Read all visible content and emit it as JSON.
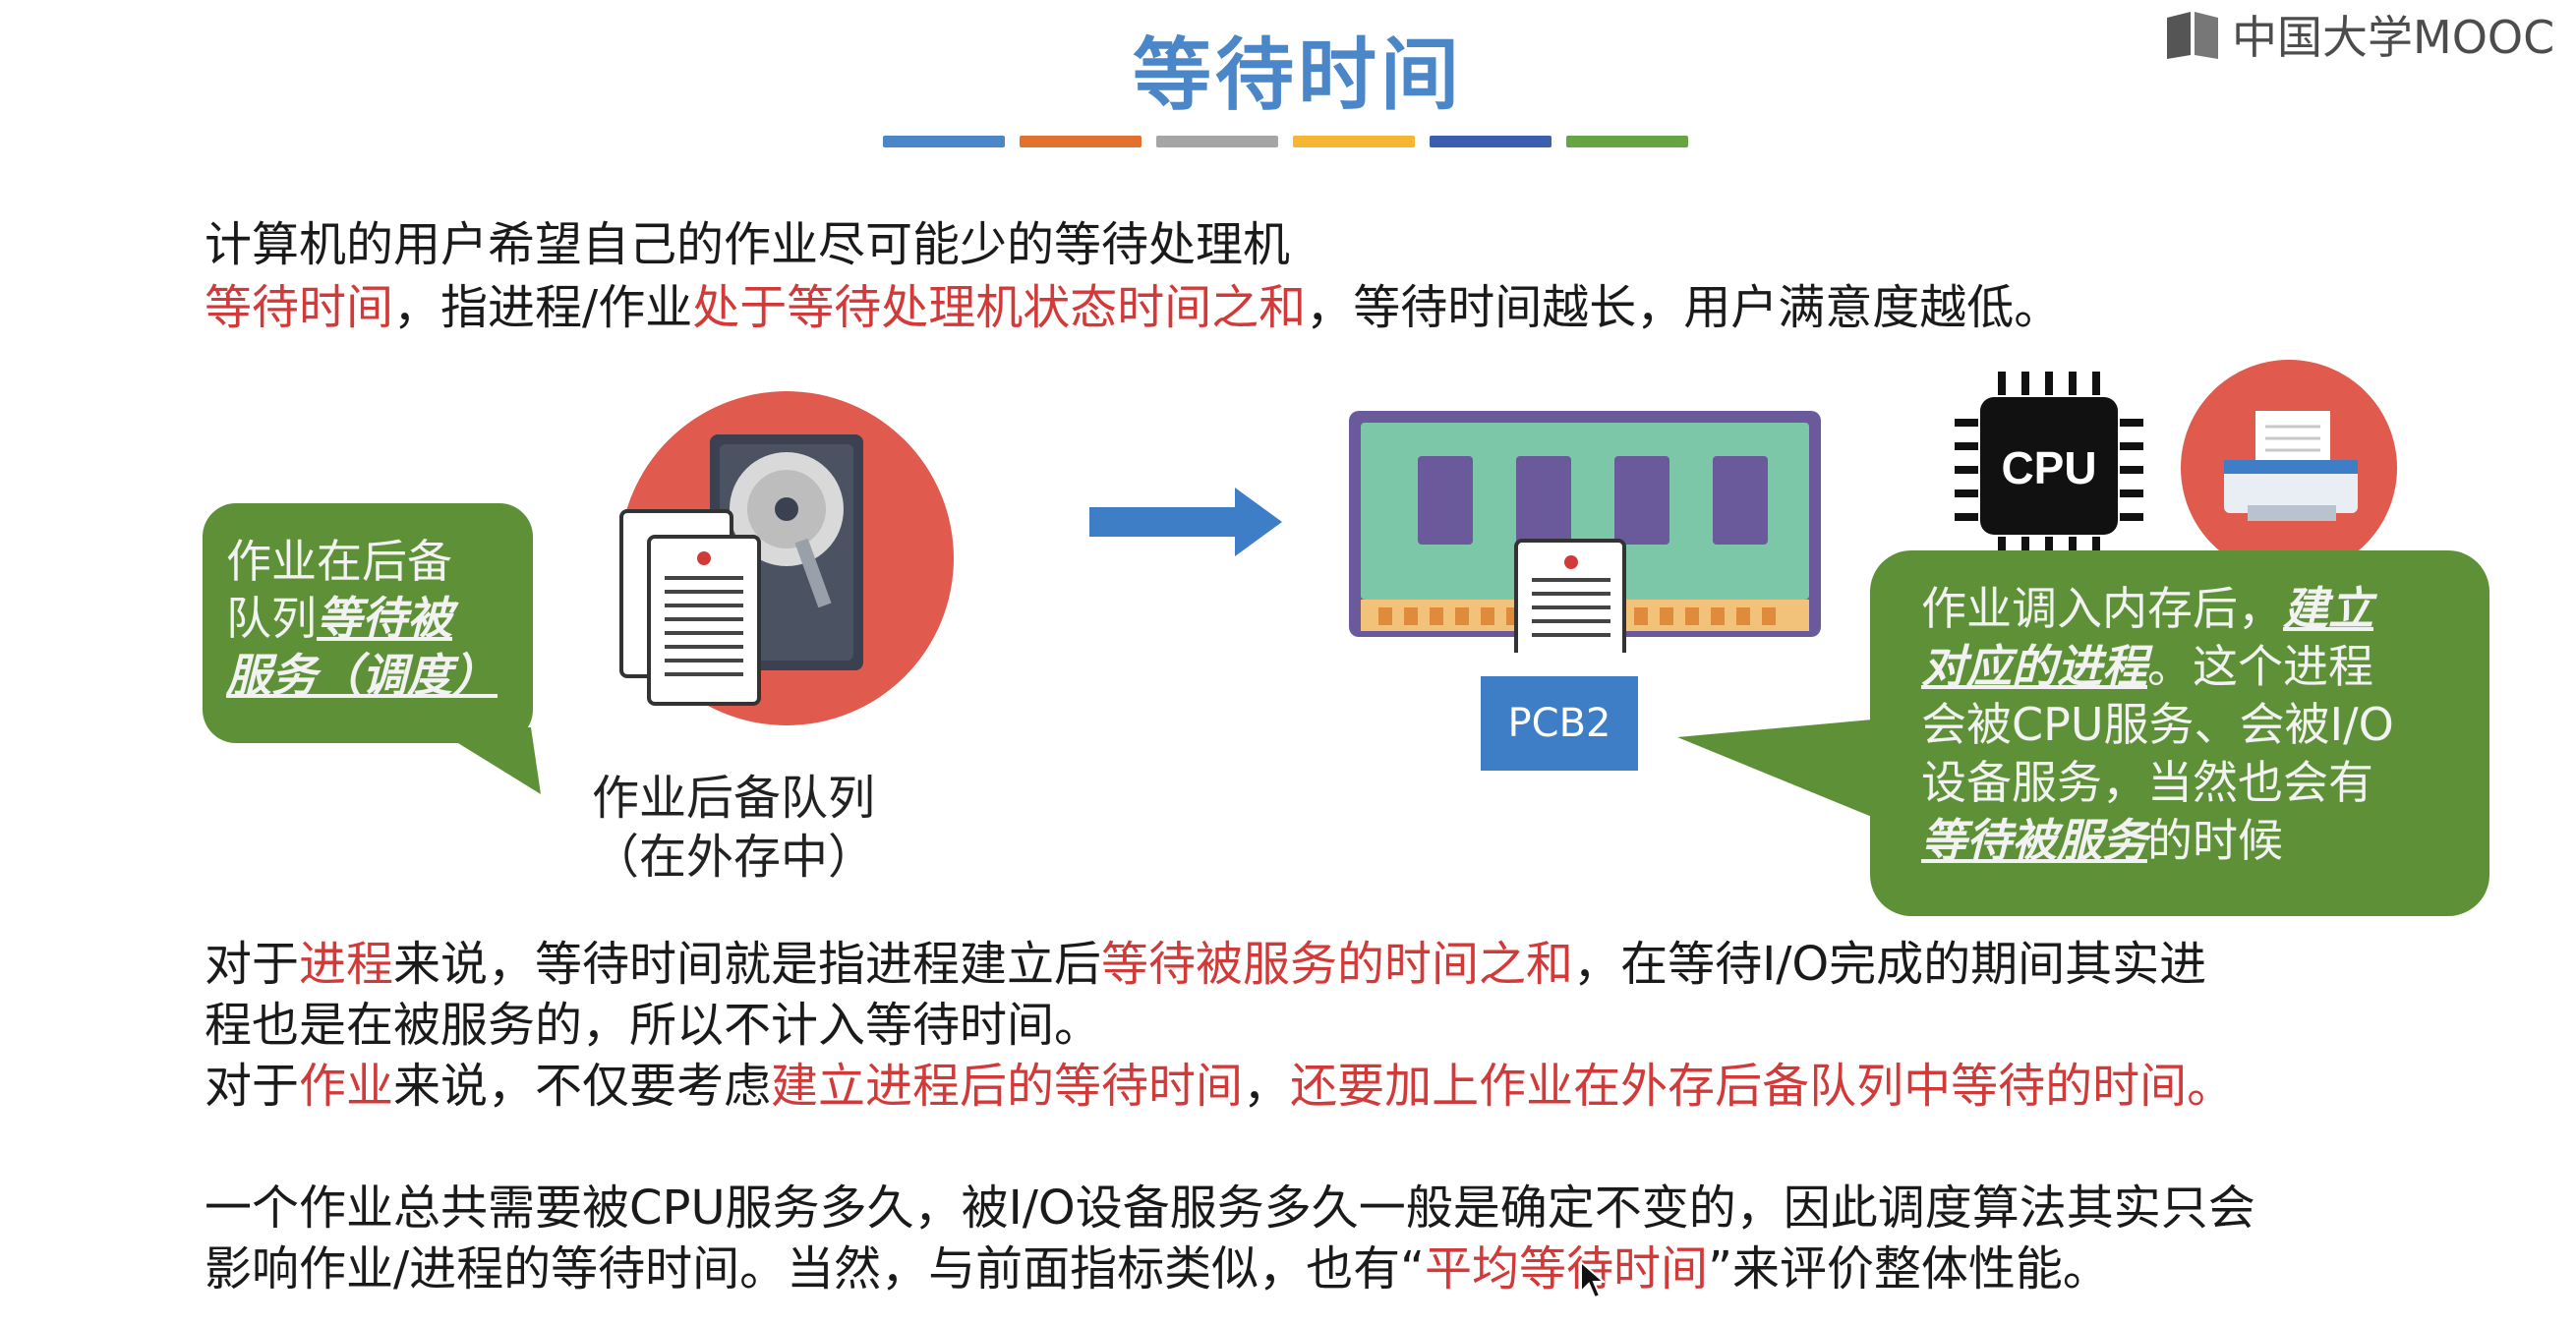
{
  "header": {
    "title": "等待时间",
    "logo_text": "中国大学MOOC",
    "color_bars": [
      "#4a86c8",
      "#e0722e",
      "#a5a5a5",
      "#f5b731",
      "#3a5eb0",
      "#66a444"
    ]
  },
  "intro": {
    "line1": "计算机的用户希望自己的作业尽可能少的等待处理机",
    "line2": {
      "a": "等待时间",
      "b": "，指进程/作业",
      "c": "处于等待处理机状态时间之和",
      "d": "，等待时间越长，用户满意度越低。"
    }
  },
  "diagram": {
    "left_bubble": {
      "line1": "作业在后备",
      "line2_plain": "队列",
      "line2_em": "等待被",
      "line3_em": "服务（调度）"
    },
    "left_caption": {
      "line1": "作业后备队列",
      "line2": "（在外存中）"
    },
    "pcb_label": "PCB2",
    "cpu_label": "CPU",
    "right_bubble": {
      "l1_plain": "作业调入内存后，",
      "l1_em": "建立",
      "l2_em": "对应的进程",
      "l2_plain": "。这个进程",
      "l3": "会被CPU服务、会被I/O",
      "l4": "设备服务，当然也会有",
      "l5_em": "等待被服务",
      "l5_plain": "的时候"
    },
    "colors": {
      "bubble": "#5e9137",
      "circle": "#e05a4e",
      "arrow": "#3d7ec6"
    }
  },
  "explain": {
    "p1": {
      "a": "对于",
      "b": "进程",
      "c": "来说，等待时间就是指进程建立后",
      "d": "等待被服务的时间之和",
      "e": "，在等待I/O完成的期间其实进",
      "f": "程也是在被服务的，所以不计入等待时间。"
    },
    "p2": {
      "a": "对于",
      "b": "作业",
      "c": "来说，不仅要考虑",
      "d": "建立进程后的等待时间",
      "e": "，",
      "f": "还要加上作业在外存后备队列中等待的时间。"
    },
    "p3": {
      "line1": "一个作业总共需要被CPU服务多久，被I/O设备服务多久一般是确定不变的，因此调度算法其实只会",
      "l2a": "影响作业/进程的等待时间。当然，与前面指标类似，也有“",
      "l2b": "平均等待时间",
      "l2c": "”来评价整体性能。"
    }
  }
}
